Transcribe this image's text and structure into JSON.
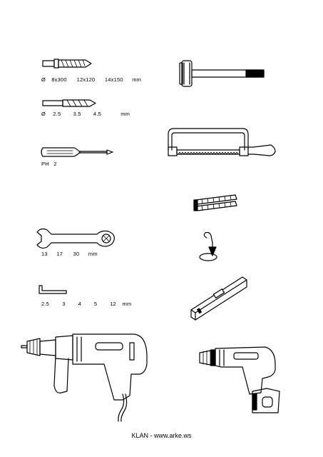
{
  "labels": {
    "masonry_bits": [
      "Ø",
      "8x300",
      "12x120",
      "14x150",
      "mm"
    ],
    "drill_bits": [
      "Ø",
      "2.5",
      "3.5",
      "4.5",
      "mm"
    ],
    "screwdriver": [
      "PH",
      "2"
    ],
    "wrenches": [
      "13",
      "17",
      "30",
      "mm"
    ],
    "hex_keys": [
      "2.5",
      "3",
      "4",
      "5",
      "12",
      "mm"
    ]
  },
  "footer": "KLAN - www.arke.ws"
}
